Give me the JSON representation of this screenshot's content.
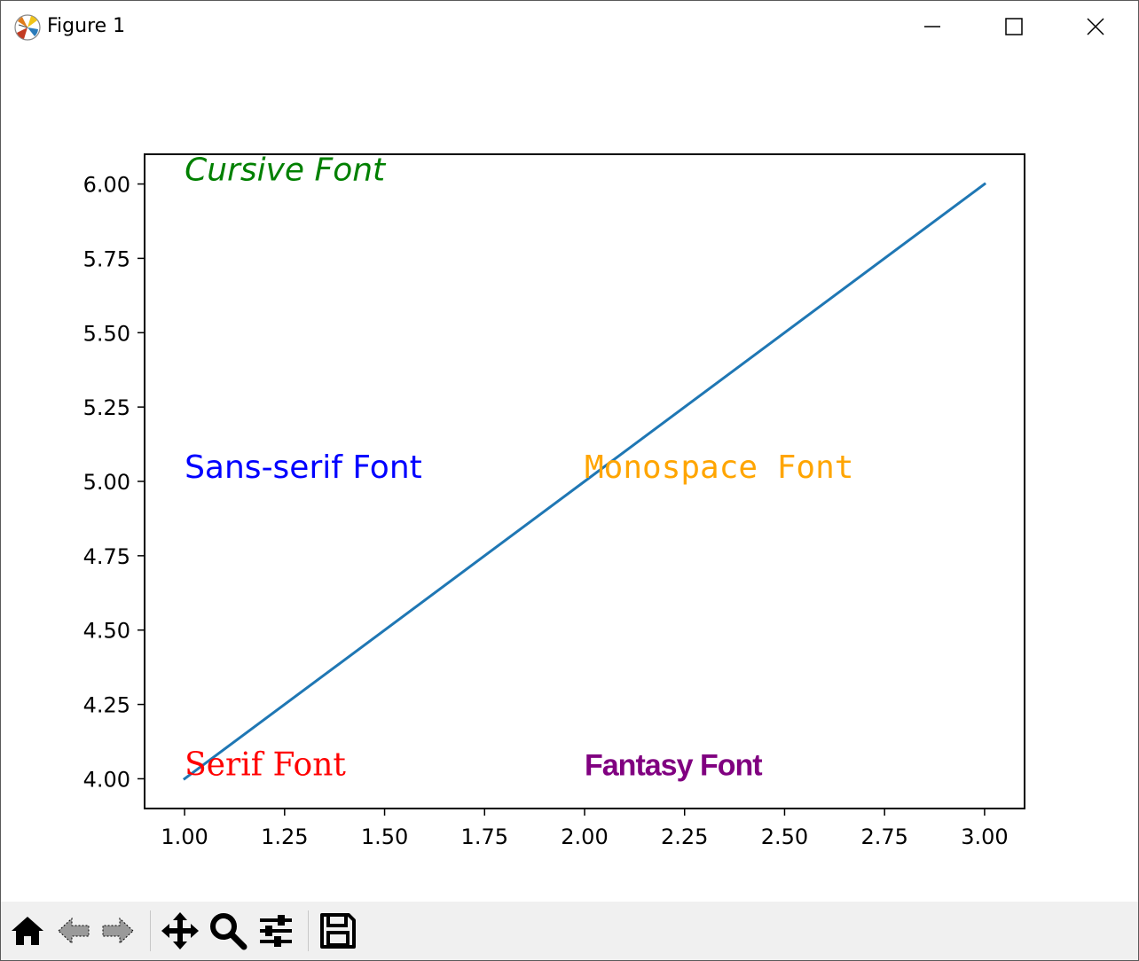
{
  "window": {
    "title": "Figure 1"
  },
  "toolbar": {
    "items": [
      {
        "name": "home-icon"
      },
      {
        "name": "back-arrow-icon"
      },
      {
        "name": "forward-arrow-icon"
      },
      {
        "name": "pan-icon"
      },
      {
        "name": "zoom-icon"
      },
      {
        "name": "configure-subplots-icon"
      },
      {
        "name": "save-icon"
      }
    ]
  },
  "chart_data": {
    "type": "line",
    "x": [
      1.0,
      2.0,
      3.0
    ],
    "series": [
      {
        "values": [
          4.0,
          5.0,
          6.0
        ],
        "color": "#1f77b4"
      }
    ],
    "xlim": [
      0.9,
      3.1
    ],
    "ylim": [
      3.9,
      6.1
    ],
    "xticks": [
      "1.00",
      "1.25",
      "1.50",
      "1.75",
      "2.00",
      "2.25",
      "2.50",
      "2.75",
      "3.00"
    ],
    "yticks": [
      "4.00",
      "4.25",
      "4.50",
      "4.75",
      "5.00",
      "5.25",
      "5.50",
      "5.75",
      "6.00"
    ],
    "grid": false,
    "annotations": [
      {
        "text": "Cursive Font",
        "x": 1.0,
        "y": 6.0,
        "color": "#008000",
        "family": "cursive"
      },
      {
        "text": "Sans-serif Font",
        "x": 1.0,
        "y": 5.0,
        "color": "#0000ff",
        "family": "sans-serif"
      },
      {
        "text": "Monospace Font",
        "x": 2.0,
        "y": 5.0,
        "color": "#ffa500",
        "family": "monospace"
      },
      {
        "text": "Serif Font",
        "x": 1.0,
        "y": 4.0,
        "color": "#ff0000",
        "family": "serif"
      },
      {
        "text": "Fantasy Font",
        "x": 2.0,
        "y": 4.0,
        "color": "#800080",
        "family": "fantasy"
      }
    ]
  }
}
